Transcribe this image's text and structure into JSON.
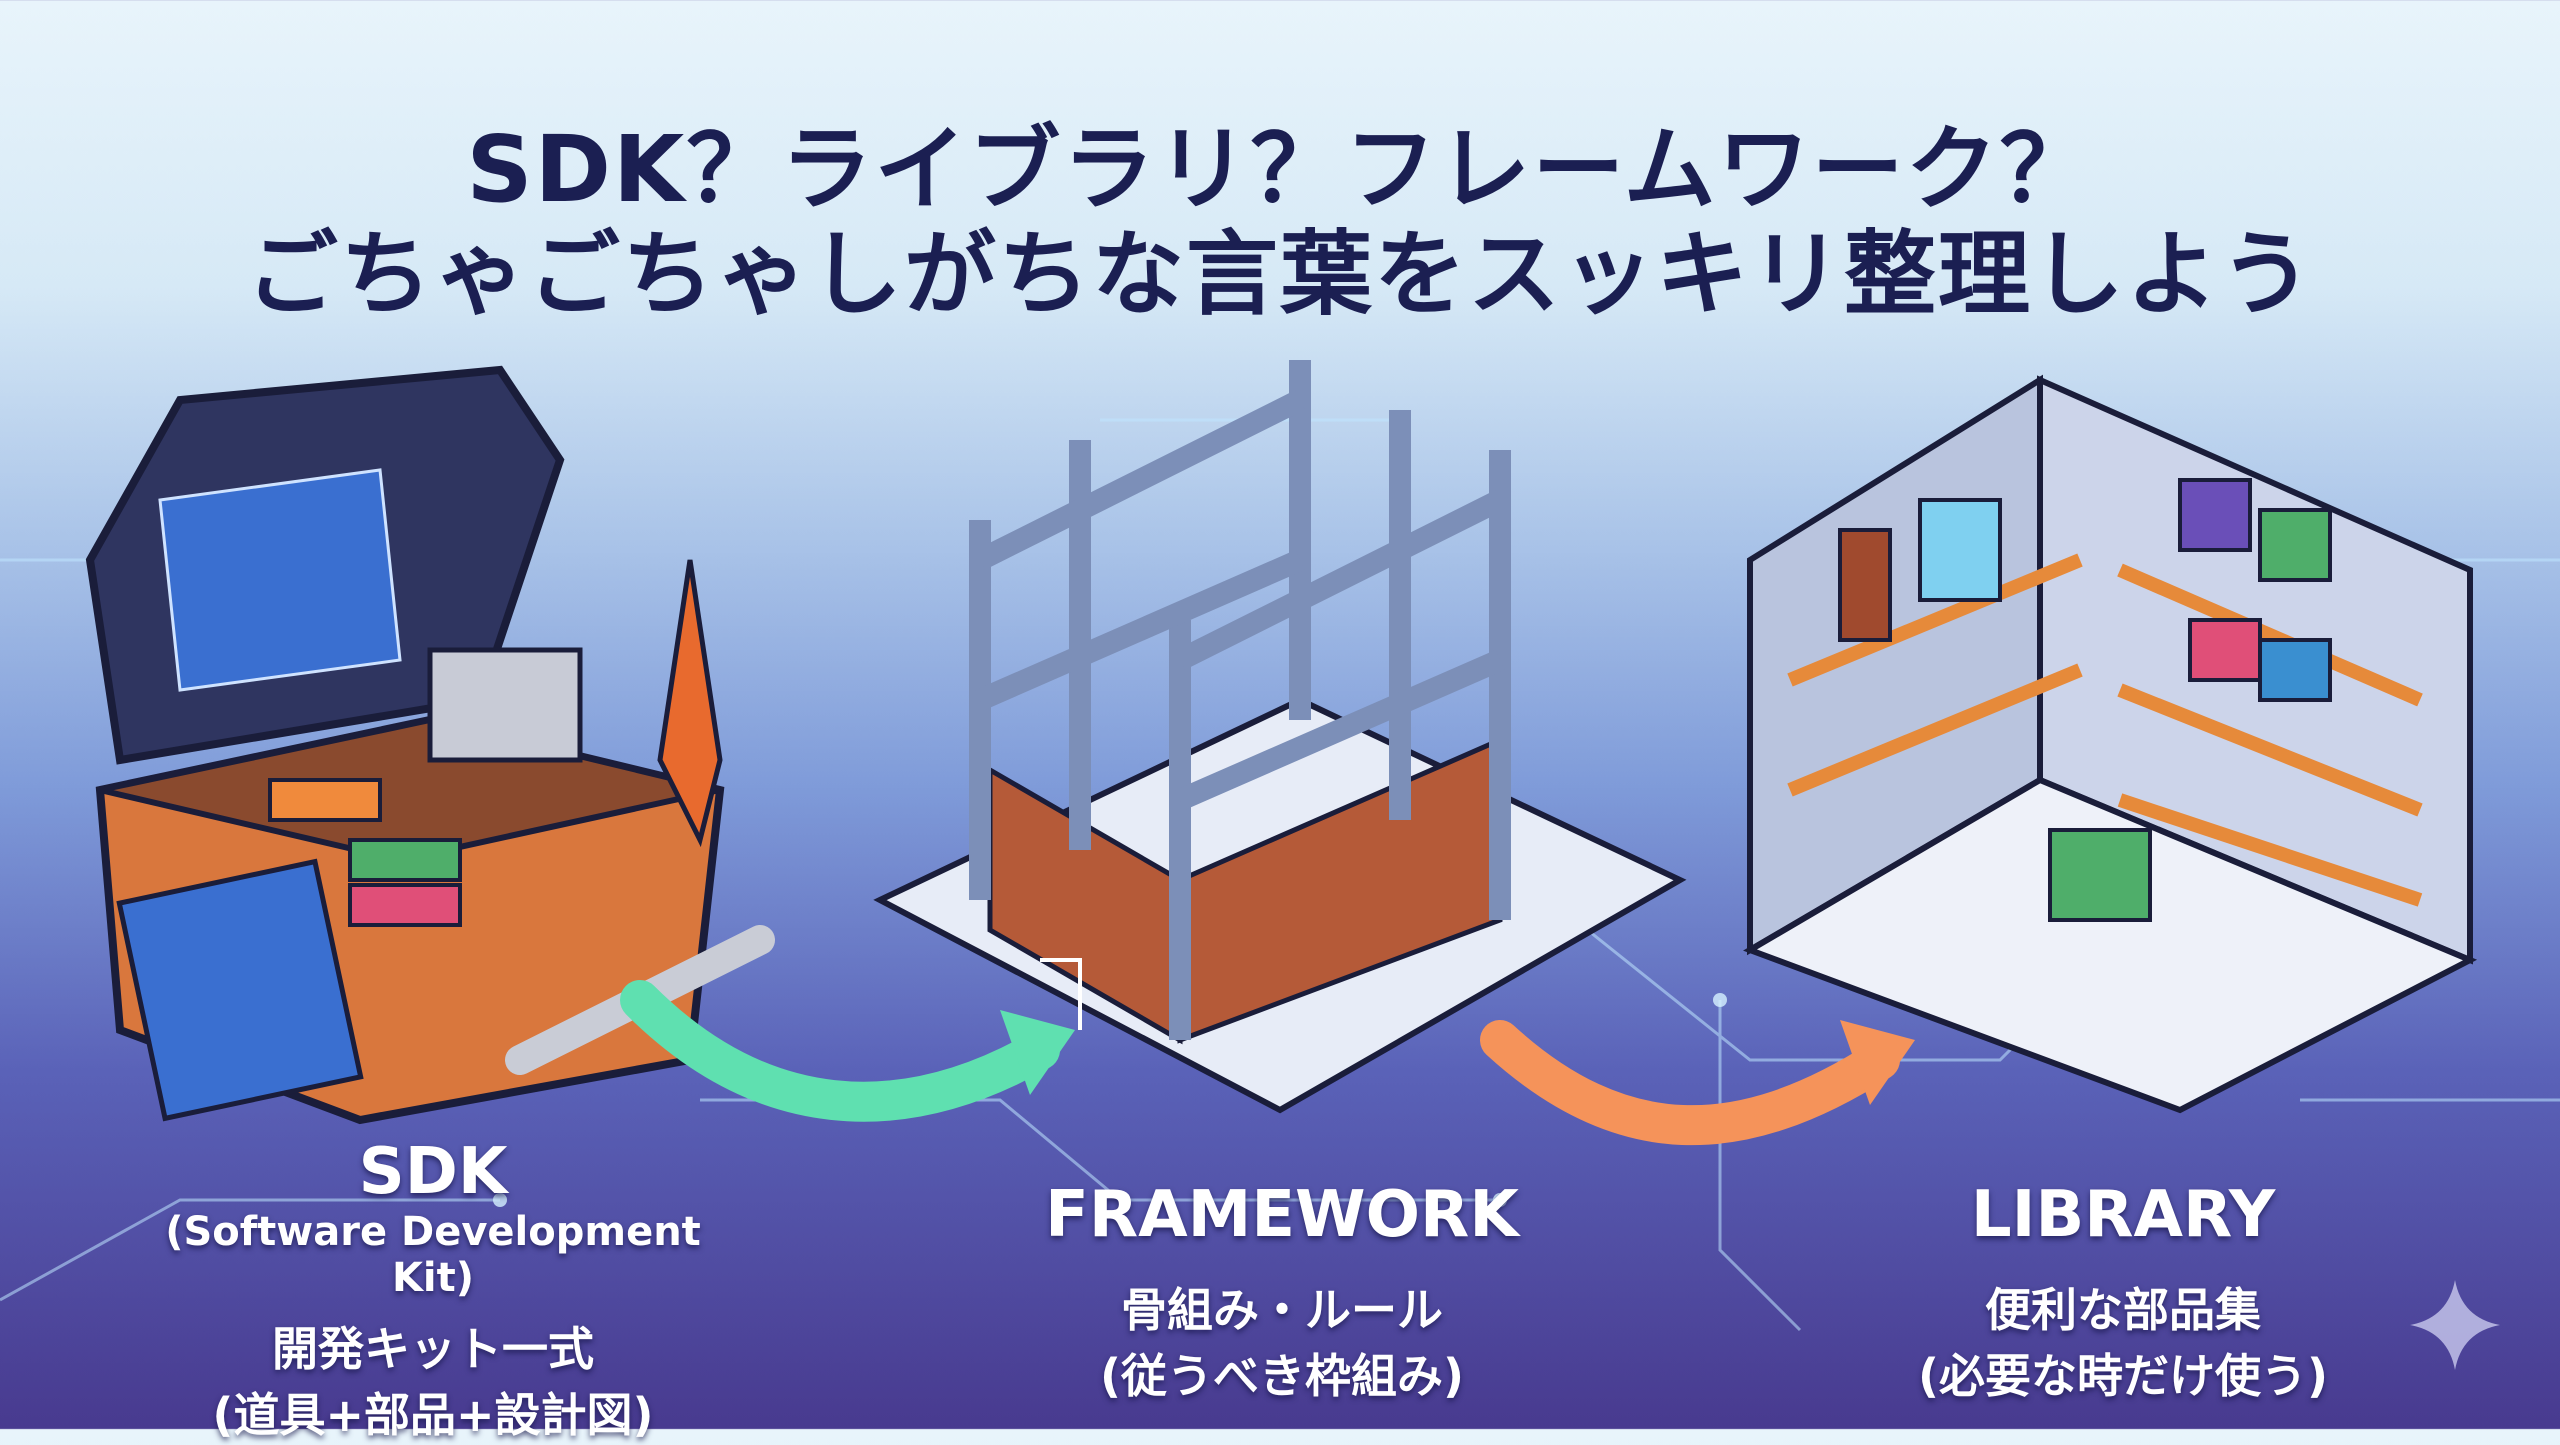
{
  "title": {
    "line1": "SDK？ライブラリ？フレームワーク？",
    "line2": "ごちゃごちゃしがちな言葉をスッキリ整理しよう"
  },
  "sections": [
    {
      "name": "SDK",
      "subtitle": "(Software Development Kit)",
      "description": "開発キット一式",
      "detail": "(道具+部品+設計図)"
    },
    {
      "name": "FRAMEWORK",
      "description": "骨組み・ルール",
      "detail": "(従うべき枠組み)"
    },
    {
      "name": "LIBRARY",
      "description": "便利な部品集",
      "detail": "(必要な時だけ使う)"
    }
  ],
  "colors": {
    "title": "#1b1f52",
    "arrow_green": "#5fe0b0",
    "arrow_orange": "#f5935a",
    "toolbox": "#d9773d"
  }
}
